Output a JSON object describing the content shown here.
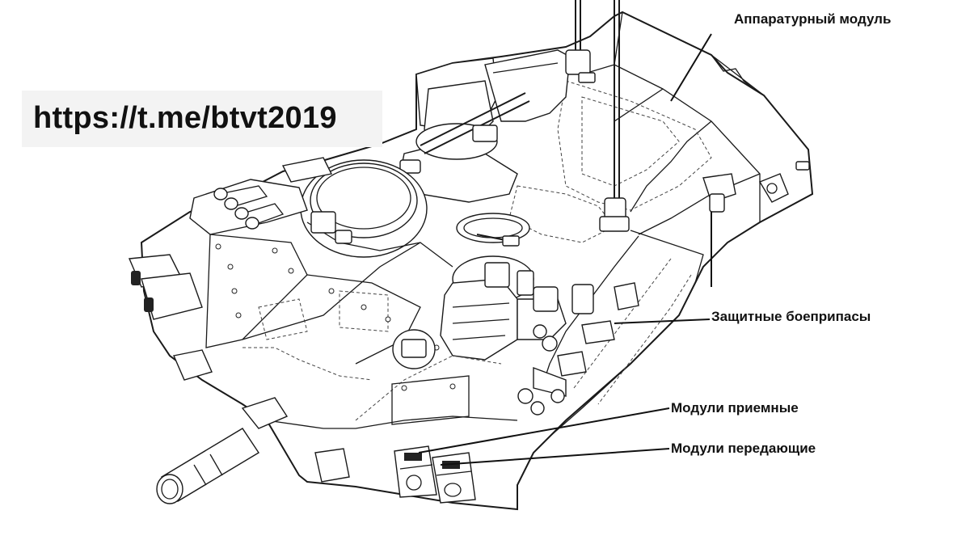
{
  "watermark": {
    "text": "https://t.me/btvt2019"
  },
  "labels": {
    "equipment_module": "Аппаратурный модуль",
    "protective_munitions": "Защитные боеприпасы",
    "receiver_modules": "Модули приемные",
    "transmitter_modules": "Модули передающие"
  },
  "colors": {
    "line": "#1a1a1a",
    "background": "#ffffff",
    "watermark_bg": "#f3f3f3"
  },
  "icons": [
    "tank-turret-drawing",
    "antenna-mast",
    "smoke-grenade-launcher",
    "gun-barrel"
  ]
}
